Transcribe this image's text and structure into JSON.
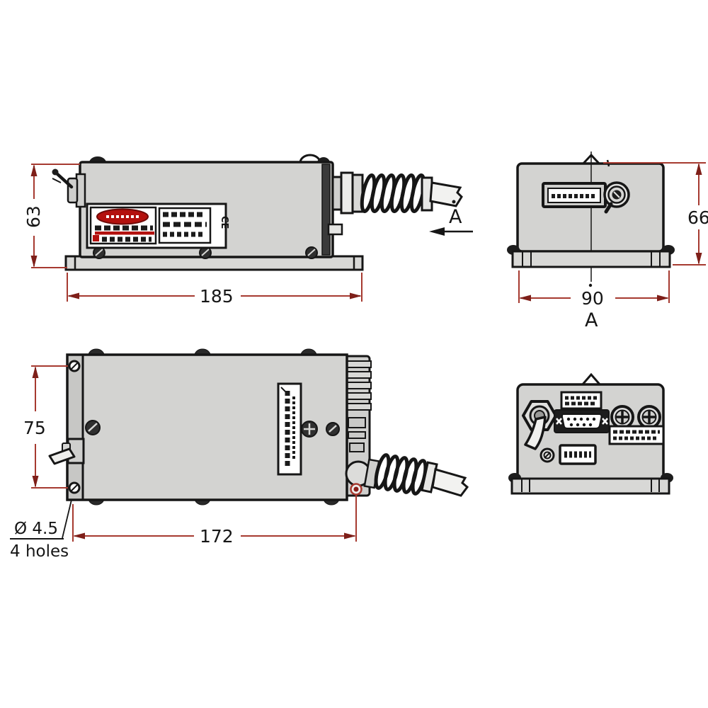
{
  "dimensions": {
    "side_height": "63",
    "side_length": "185",
    "front_height": "66",
    "front_width": "90",
    "top_depth": "75",
    "top_hole_spacing": "172"
  },
  "hole_note": {
    "diameter": "Ø 4.5",
    "count": "4 holes"
  },
  "annotations": {
    "view_arrow_label": "A",
    "view_name_label": "A"
  },
  "labels": {
    "ce_mark": "CE"
  },
  "colors": {
    "dimension_line": "#a63a30",
    "arrowhead": "#7e1f19",
    "body_fill": "#d3d3d1",
    "base_fill": "#d8d8d6",
    "warning_red": "#b3110e",
    "outline": "#161616",
    "background": "#ffffff"
  }
}
